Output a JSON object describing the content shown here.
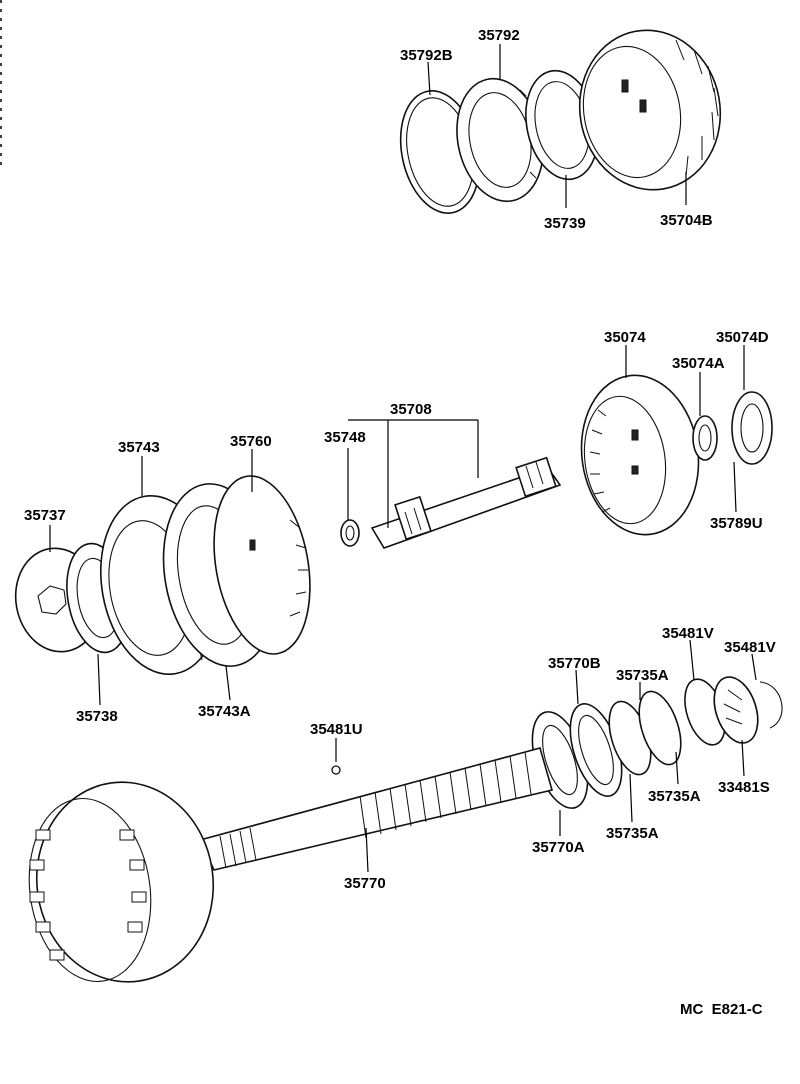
{
  "diagram": {
    "drawing_code": "MC  E821-C",
    "part_labels": {
      "p35792B": "35792B",
      "p35792": "35792",
      "p35739": "35739",
      "p35704B": "35704B",
      "p35074": "35074",
      "p35074D": "35074D",
      "p35074A": "35074A",
      "p35789U": "35789U",
      "p35708": "35708",
      "p35748": "35748",
      "p35743": "35743",
      "p35760": "35760",
      "p35737": "35737",
      "p35738": "35738",
      "p35743A": "35743A",
      "p35481V_1": "35481V",
      "p35481V_2": "35481V",
      "p35770B": "35770B",
      "p35735A_1": "35735A",
      "p35481U": "35481U",
      "p35735A_2": "35735A",
      "p33481S": "33481S",
      "p35770A": "35770A",
      "p35735A_3": "35735A",
      "p35770": "35770"
    }
  }
}
